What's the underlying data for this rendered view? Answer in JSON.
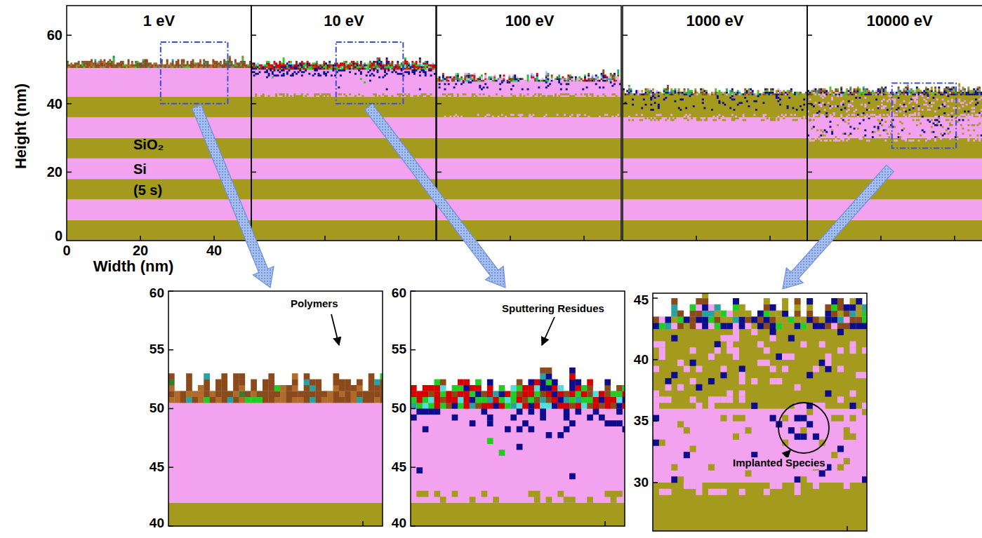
{
  "diagram": {
    "nodes": [
      {
        "text": [
          "1 eV",
          "SiO₂",
          "Si",
          "(5 s)"
        ]
      },
      {
        "text": [
          "10 eV"
        ]
      },
      {
        "text": [
          "100 eV"
        ]
      },
      {
        "text": [
          "1000 eV"
        ]
      },
      {
        "text": [
          "10000 eV"
        ]
      },
      {
        "text": [
          "Polymers"
        ]
      },
      {
        "text": [
          "Sputtering Residues"
        ]
      },
      {
        "text": [
          "Implanted Species"
        ]
      }
    ],
    "labels": [
      "Height (nm)",
      "Width (nm)",
      "0",
      "20",
      "40",
      "60",
      "0",
      "20",
      "40",
      "40",
      "45",
      "50",
      "55",
      "60",
      "40",
      "45",
      "50",
      "55",
      "60",
      "30",
      "35",
      "40",
      "45"
    ]
  }
}
